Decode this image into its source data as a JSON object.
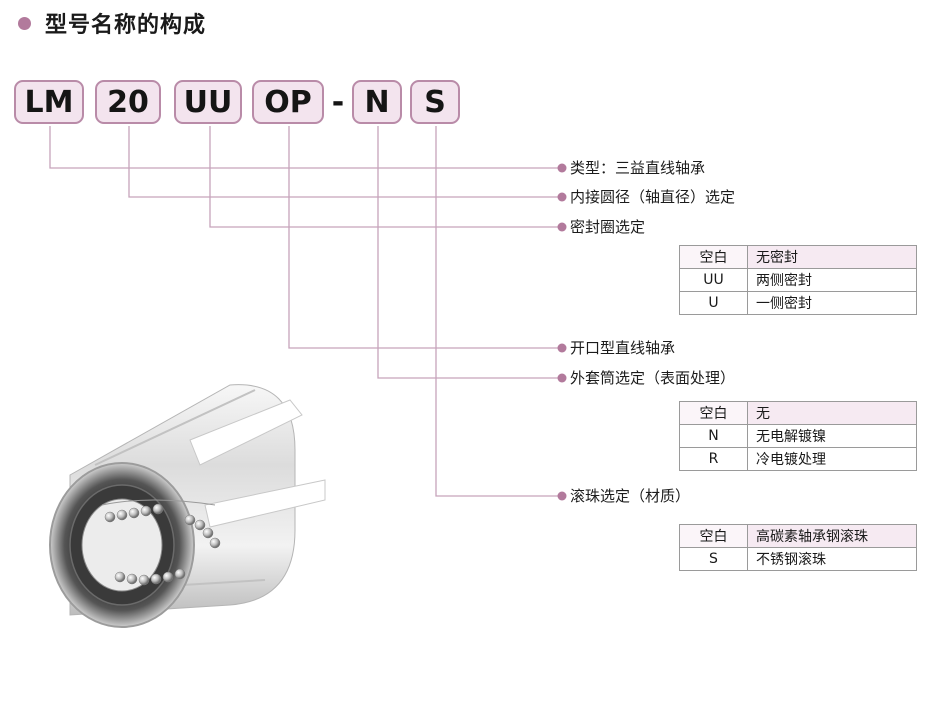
{
  "heading": {
    "title": "型号名称的构成"
  },
  "model_code": {
    "parts": [
      "LM",
      "20",
      "UU",
      "OP",
      "N",
      "S"
    ],
    "separator": "-"
  },
  "callouts": [
    {
      "label": "类型：三益直线轴承"
    },
    {
      "label": "内接圆径（轴直径）选定"
    },
    {
      "label": "密封圈选定"
    },
    {
      "label": "开口型直线轴承"
    },
    {
      "label": "外套筒选定（表面处理）"
    },
    {
      "label": "滚珠选定（材质）"
    }
  ],
  "tables": {
    "seal": [
      {
        "code": "空白",
        "desc": "无密封"
      },
      {
        "code": "UU",
        "desc": "两侧密封"
      },
      {
        "code": "U",
        "desc": "一侧密封"
      }
    ],
    "sleeve": [
      {
        "code": "空白",
        "desc": "无"
      },
      {
        "code": "N",
        "desc": "无电解镀镍"
      },
      {
        "code": "R",
        "desc": "冷电镀处理"
      }
    ],
    "ball": [
      {
        "code": "空白",
        "desc": "高碳素轴承钢滚珠"
      },
      {
        "code": "S",
        "desc": "不锈钢滚珠"
      }
    ]
  },
  "colors": {
    "accent": "#b27a9c",
    "box_fill": "#f3e4ee",
    "box_border": "#b98ba8",
    "line": "#c7a3bb"
  }
}
